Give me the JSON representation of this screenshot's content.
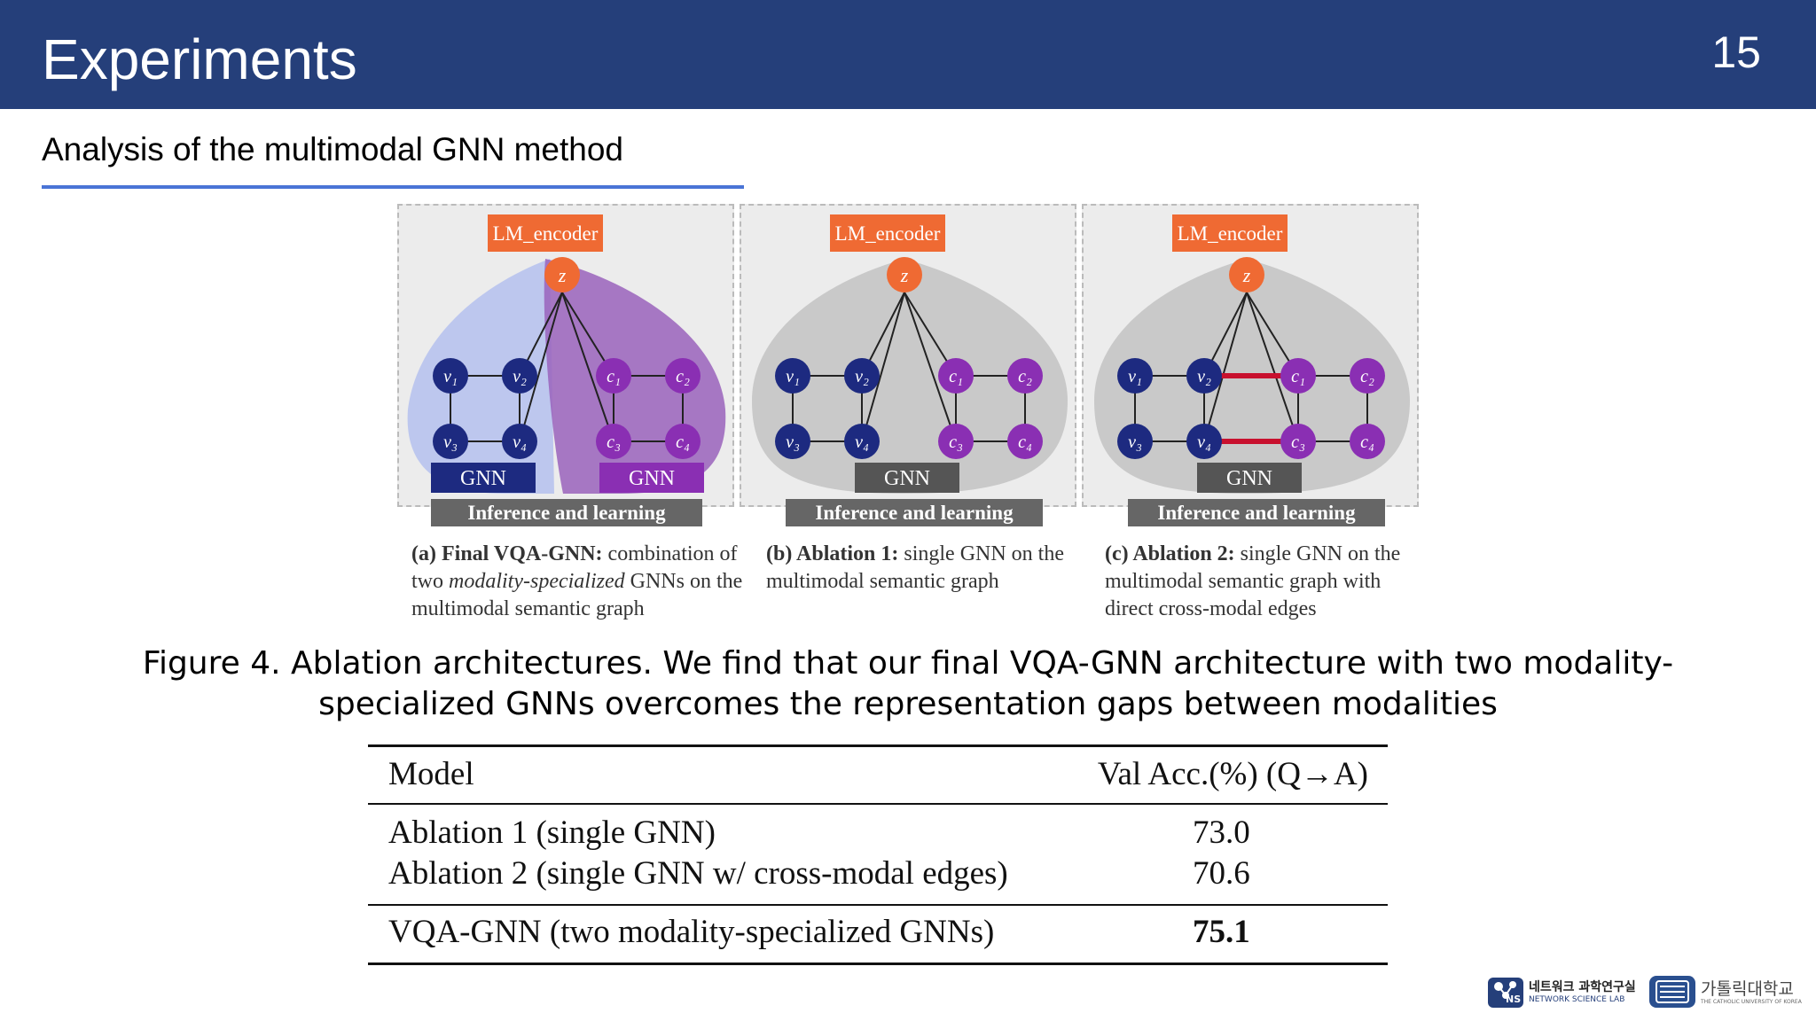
{
  "slide": {
    "title": "Experiments",
    "page_number": "15",
    "subtitle": "Analysis of the multimodal GNN method"
  },
  "figure": {
    "panels": [
      {
        "encoder_label": "LM_encoder",
        "z_label": "z",
        "gnn_labels": [
          "GNN",
          "GNN"
        ],
        "footer": "Inference and learning",
        "caption_bold": "(a) Final VQA-GNN:",
        "caption_rest": " combination of two ",
        "caption_italic": "modality-specialized",
        "caption_end": " GNNs on the multimodal semantic graph"
      },
      {
        "encoder_label": "LM_encoder",
        "z_label": "z",
        "gnn_labels": [
          "GNN"
        ],
        "footer": "Inference and learning",
        "caption_bold": "(b) Ablation 1:",
        "caption_rest": " single GNN on the multimodal semantic graph"
      },
      {
        "encoder_label": "LM_encoder",
        "z_label": "z",
        "gnn_labels": [
          "GNN"
        ],
        "footer": "Inference and learning",
        "caption_bold": "(c) Ablation 2:",
        "caption_rest": " single GNN on the multimodal semantic graph with direct cross-modal edges"
      }
    ],
    "node_labels": {
      "v1": "v₁",
      "v2": "v₂",
      "v3": "v₃",
      "v4": "v₄",
      "c1": "c₁",
      "c2": "c₂",
      "c3": "c₃",
      "c4": "c₄"
    },
    "caption_line1": "Figure 4. Ablation architectures. We find that our final VQA-GNN architecture with two modality-",
    "caption_line2": "specialized GNNs overcomes the representation gaps between modalities"
  },
  "table": {
    "headers": [
      "Model",
      "Val Acc.(%) (Q→A)"
    ],
    "rows": [
      {
        "model": "Ablation 1 (single GNN)",
        "acc": "73.0"
      },
      {
        "model": "Ablation 2 (single GNN w/ cross-modal edges)",
        "acc": "70.6"
      },
      {
        "model": "VQA-GNN (two modality-specialized GNNs)",
        "acc": "75.1"
      }
    ]
  },
  "logos": {
    "lab_korean": "네트워크 과학연구실",
    "lab_english": "NETWORK SCIENCE LAB",
    "lab_badge": "NS",
    "univ_korean": "가톨릭대학교",
    "univ_english": "THE CATHOLIC UNIVERSITY OF KOREA"
  },
  "colors": {
    "header_bg": "#253f7a",
    "accent_line": "#4a74d6",
    "encoder_orange": "#ef6a33",
    "visual_node": "#1d2a80",
    "concept_node": "#8a2fb3",
    "gnn_dark": "#555555",
    "cross_edge": "#c8102e"
  }
}
